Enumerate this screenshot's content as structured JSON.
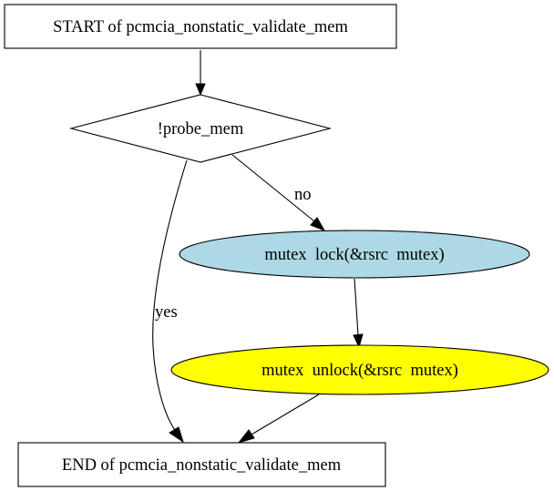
{
  "diagram": {
    "type": "flowchart",
    "nodes": {
      "start": {
        "label": "START of pcmcia_nonstatic_validate_mem",
        "shape": "box",
        "fill": "#ffffff"
      },
      "cond": {
        "label": "!probe_mem",
        "shape": "diamond",
        "fill": "#ffffff"
      },
      "lock": {
        "label": "mutex  lock(&rsrc  mutex)",
        "shape": "ellipse",
        "fill": "#add8e6"
      },
      "unlock": {
        "label": "mutex  unlock(&rsrc  mutex)",
        "shape": "ellipse",
        "fill": "#ffff00"
      },
      "end": {
        "label": "END of pcmcia_nonstatic_validate_mem",
        "shape": "box",
        "fill": "#ffffff"
      }
    },
    "edges": {
      "start_cond": {
        "from": "start",
        "to": "cond",
        "label": ""
      },
      "cond_lock": {
        "from": "cond",
        "to": "lock",
        "label": "no"
      },
      "cond_end": {
        "from": "cond",
        "to": "end",
        "label": "yes"
      },
      "lock_unlock": {
        "from": "lock",
        "to": "unlock",
        "label": ""
      },
      "unlock_end": {
        "from": "unlock",
        "to": "end",
        "label": ""
      }
    }
  }
}
